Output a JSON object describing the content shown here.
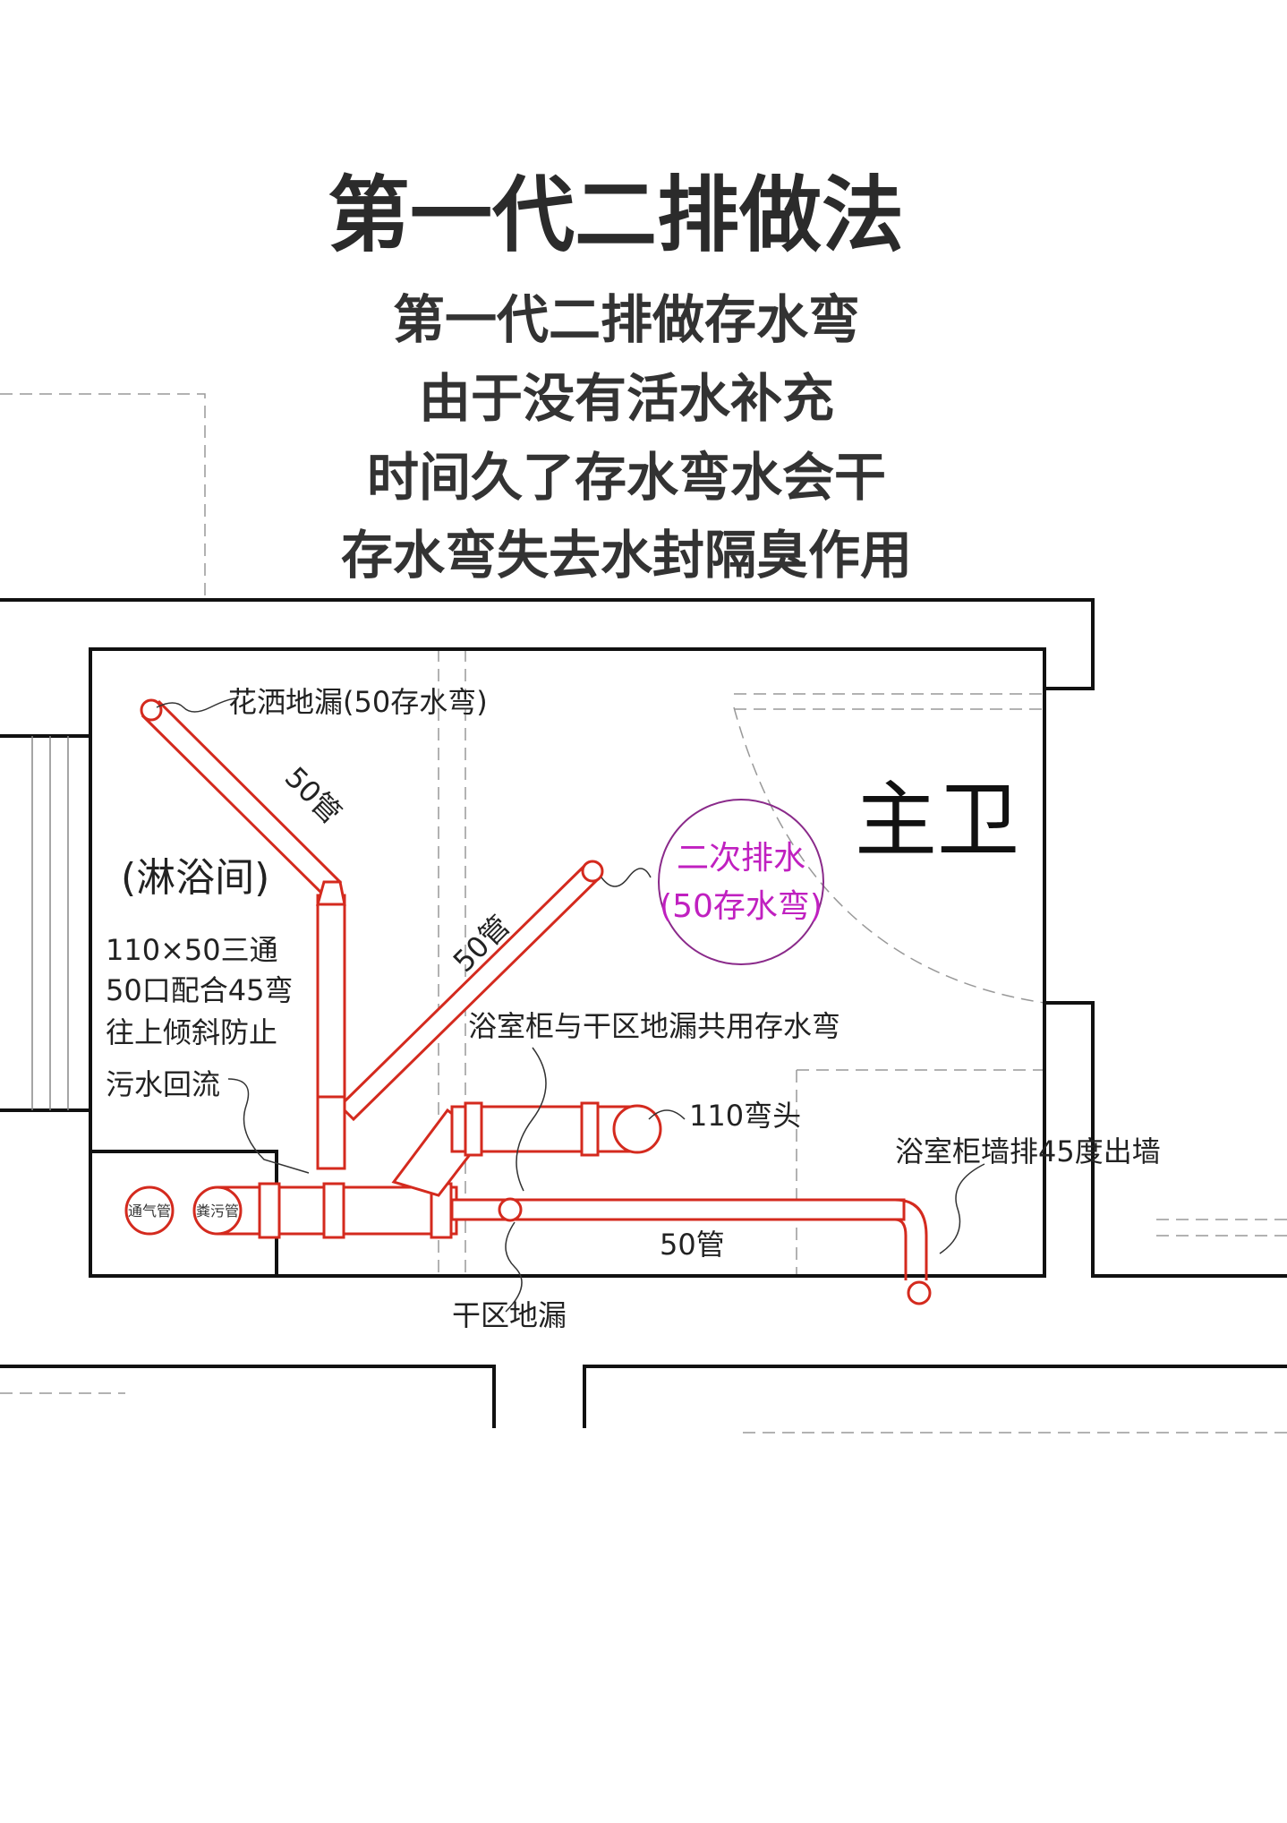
{
  "title": "第一代二排做法",
  "subtitle_lines": [
    "第一代二排做存水弯",
    "由于没有活水补充",
    "时间久了存水弯水会干",
    "存水弯失去水封隔臭作用"
  ],
  "labels": {
    "shower_drain": "花洒地漏(50存水弯)",
    "pipe50_a": "50管",
    "pipe50_b": "50管",
    "pipe50_c": "50管",
    "shower_room": "(淋浴间)",
    "tee_note": [
      "110×50三通",
      "50口配合45弯",
      "往上倾斜防止",
      "污水回流"
    ],
    "secondary_drain": [
      "二次排水",
      "(50存水弯)"
    ],
    "master_bath": "主卫",
    "shared_trap": "浴室柜与干区地漏共用存水弯",
    "elbow110": "110弯头",
    "cabinet_wall": "浴室柜墙排45度出墙",
    "dry_drain": "干区地漏",
    "vent_pipe": "通气管",
    "sewage_pipe": "粪污管"
  },
  "colors": {
    "pipe": "#d42a1e",
    "highlight": "#c020c0",
    "circle": "#8a2a8a"
  }
}
